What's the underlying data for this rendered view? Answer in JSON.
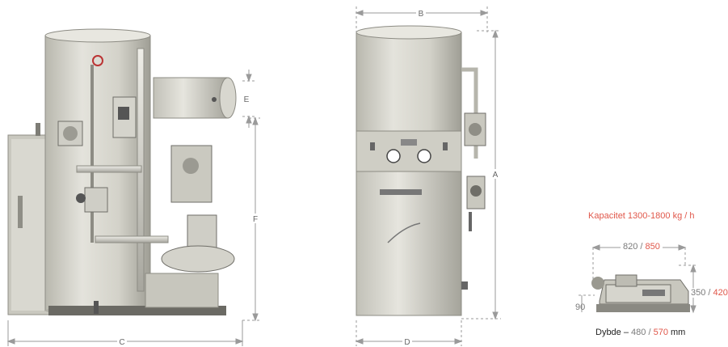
{
  "labels": {
    "A": "A",
    "B": "B",
    "C": "C",
    "D": "D",
    "E": "E",
    "F": "F"
  },
  "pump_unit": {
    "capacity": "Kapacitet 1300-1800 kg / h",
    "width_gray": "820",
    "width_sep": "/",
    "width_red": "850",
    "height_gray": "350",
    "height_sep": "/",
    "height_red": "420",
    "base": "90",
    "depth_prefix": "Dybde –",
    "depth_gray": "480",
    "depth_sep": "/",
    "depth_red": "570",
    "depth_unit": "mm"
  },
  "colors": {
    "body": "#d7d6ce",
    "shadow": "#a9a89f",
    "dark": "#4a4a46",
    "dim_line": "#9a9a9a",
    "accent": "#e0574a"
  }
}
